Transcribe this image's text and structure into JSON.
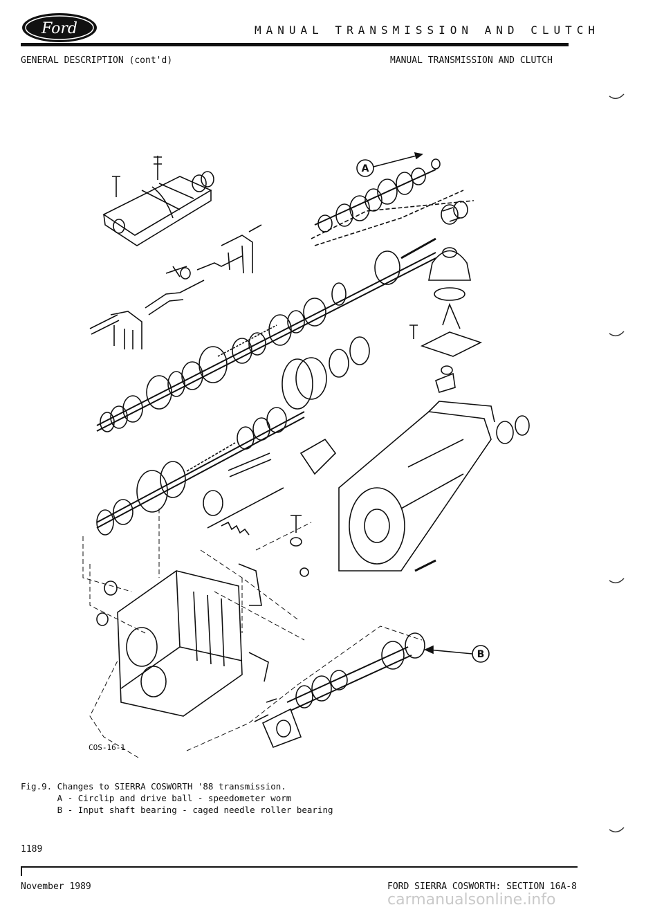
{
  "header": {
    "logo_text": "Ford",
    "running_title": "MANUAL TRANSMISSION AND CLUTCH",
    "section_left": "GENERAL DESCRIPTION (cont'd)",
    "section_right": "MANUAL TRANSMISSION AND CLUTCH"
  },
  "figure": {
    "code": "COS-16-1",
    "callouts": [
      "A",
      "B"
    ]
  },
  "caption": {
    "line1": "Fig.9. Changes to SIERRA COSWORTH '88 transmission.",
    "line2": "       A - Circlip and drive ball - speedometer worm",
    "line3": "       B - Input shaft bearing - caged needle roller bearing"
  },
  "page_number": "1189",
  "footer": {
    "date": "November 1989",
    "section": "FORD SIERRA COSWORTH: SECTION 16A-8"
  },
  "watermark": "carmanualsonline.info"
}
